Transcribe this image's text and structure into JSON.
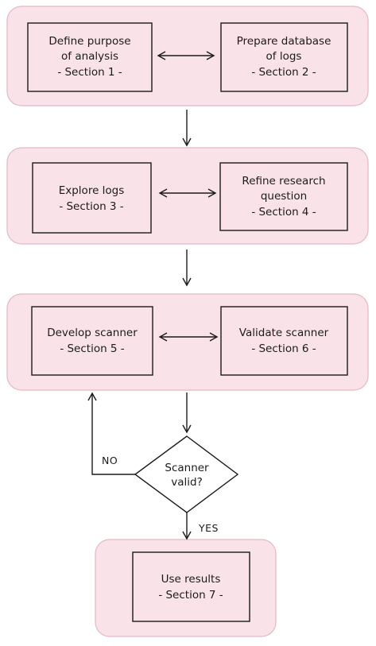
{
  "colors": {
    "group_fill": "#f9e3e9",
    "group_stroke": "#e4b8c4",
    "box_stroke": "#1b1b1b",
    "line": "#1b1b1b"
  },
  "steps": [
    {
      "line1": "Define purpose",
      "line2": "of analysis",
      "section": "- Section 1 -"
    },
    {
      "line1": "Prepare database",
      "line2": "of logs",
      "section": "- Section 2 -"
    },
    {
      "line1": "Explore logs",
      "section": "- Section 3 -"
    },
    {
      "line1": "Refine research",
      "line2": "question",
      "section": "- Section 4 -"
    },
    {
      "line1": "Develop scanner",
      "section": "- Section 5 -"
    },
    {
      "line1": "Validate scanner",
      "section": "- Section 6 -"
    },
    {
      "line1": "Use results",
      "section": "- Section 7 -"
    }
  ],
  "decision": {
    "line1": "Scanner",
    "line2": "valid?"
  },
  "edge_labels": {
    "no": "NO",
    "yes": "YES"
  }
}
